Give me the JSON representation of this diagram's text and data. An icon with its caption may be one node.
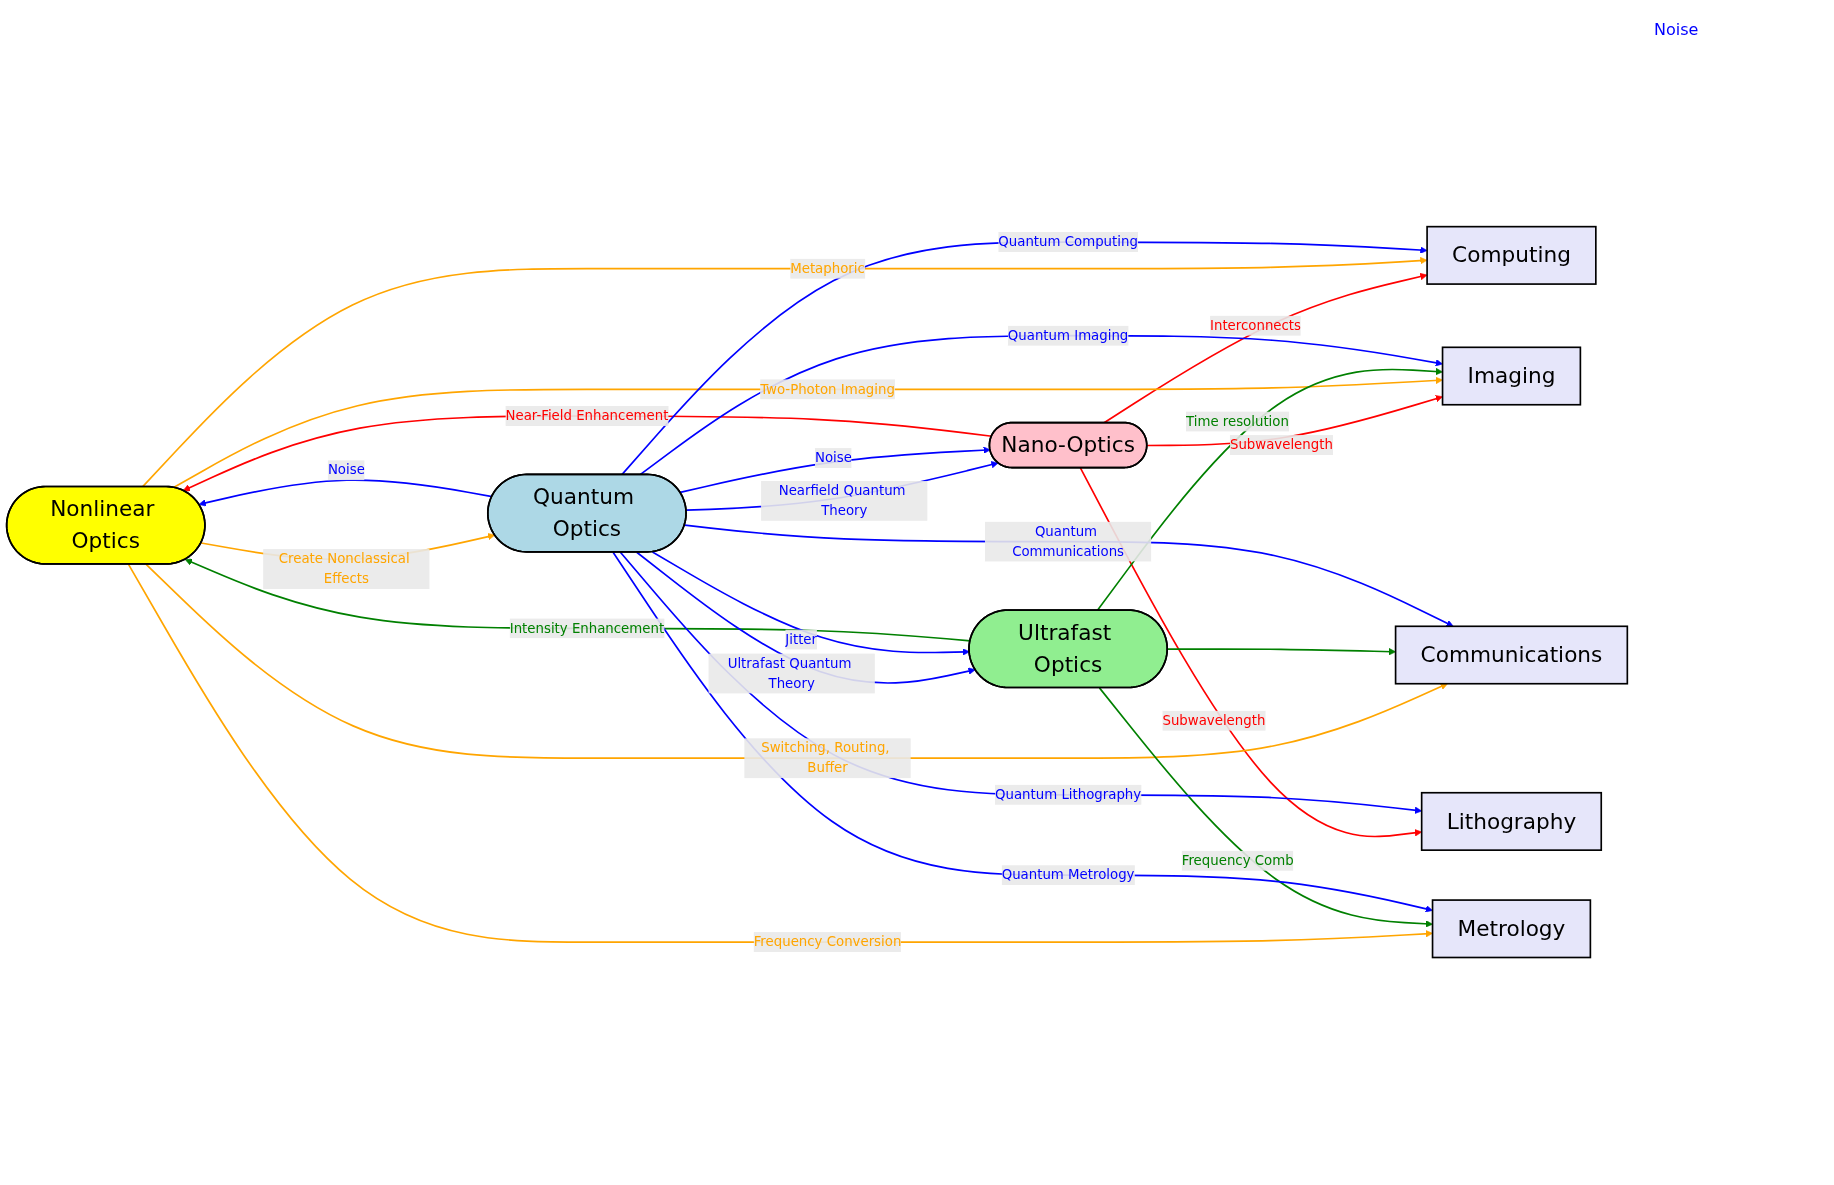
{
  "diagram": {
    "nodes": [
      {
        "text": [
          "Computing"
        ]
      },
      {
        "text": [
          "Nonlinear Optics"
        ]
      },
      {
        "text": [
          "Communications"
        ]
      },
      {
        "text": [
          "Imaging"
        ]
      },
      {
        "text": [
          "Nano-Optics"
        ]
      },
      {
        "text": [
          "Ultrafast Optics"
        ]
      },
      {
        "text": [
          "Quantum Optics"
        ]
      },
      {
        "text": [
          "Lithography"
        ]
      },
      {
        "text": [
          "Metrology"
        ]
      }
    ],
    "edges": [
      {
        "from": 4,
        "to": 0,
        "arrow": "to",
        "label": "Interconnects",
        "color": "#ff0000"
      },
      {
        "from": 4,
        "to": 1,
        "arrow": "to",
        "label": "Near-Field Enhancement",
        "color": "#ff0000"
      },
      {
        "from": 4,
        "to": 3,
        "arrow": "to",
        "label": "Subwavelength",
        "color": "#ff0000"
      },
      {
        "from": 4,
        "to": 7,
        "arrow": "to",
        "label": "Subwavelength",
        "color": "#ff0000"
      },
      {
        "from": 1,
        "to": 0,
        "arrow": "to",
        "label": "Metaphoric",
        "color": "#ffa500"
      },
      {
        "from": 1,
        "to": 2,
        "arrow": "to",
        "label": "Switching, Routing, Buffer",
        "color": "#ffa500"
      },
      {
        "from": 1,
        "to": 3,
        "arrow": "to",
        "label": "Two-Photon Imaging",
        "color": "#ffa500"
      },
      {
        "from": 1,
        "to": 6,
        "arrow": "to",
        "label": "Create Nonclassical Effects",
        "color": "#ffa500"
      },
      {
        "from": 1,
        "to": 8,
        "arrow": "to",
        "label": "Frequency Conversion",
        "color": "#ffa500"
      },
      {
        "from": 5,
        "to": 1,
        "arrow": "to",
        "label": "Intensity Enhancement",
        "color": "#008000"
      },
      {
        "from": 5,
        "to": 3,
        "arrow": "to",
        "label": "Time resolution",
        "color": "#008000"
      },
      {
        "from": 5,
        "to": 2,
        "arrow": "to",
        "color": "#008000"
      },
      {
        "from": 5,
        "to": 8,
        "arrow": "to",
        "label": "Frequency Comb",
        "color": "#008000"
      },
      {
        "from": 6,
        "to": 0,
        "arrow": "to",
        "label": "Quantum Computing",
        "color": "#0000ff"
      },
      {
        "from": 6,
        "to": 1,
        "arrow": "to",
        "label": "Noise",
        "color": "#0000ff"
      },
      {
        "from": 6,
        "to": 4,
        "arrow": "to",
        "label": "Nearfield Quantum Theory",
        "color": "#0000ff"
      },
      {
        "from": 6,
        "to": 4,
        "arrow": "to",
        "label": "Noise",
        "color": "#0000ff"
      },
      {
        "from": 6,
        "to": 5,
        "arrow": "to",
        "label": "Ultrafast Quantum Theory",
        "color": "#0000ff"
      },
      {
        "from": 6,
        "to": 5,
        "arrow": "to",
        "label": "Jitter",
        "color": "#0000ff"
      },
      {
        "from": 6,
        "to": 3,
        "arrow": "to",
        "label": "Quantum Imaging",
        "color": "#0000ff"
      },
      {
        "from": 6,
        "to": 2,
        "arrow": "to",
        "label": "Quantum Communications",
        "color": "#0000ff"
      },
      {
        "from": 6,
        "to": 7,
        "arrow": "to",
        "label": "Quantum Lithography",
        "color": "#0000ff"
      },
      {
        "from": 6,
        "to": 8,
        "arrow": "to",
        "label": "Quantum Metrology",
        "color": "#0000ff"
      }
    ],
    "labels": [
      "Noise"
    ]
  }
}
